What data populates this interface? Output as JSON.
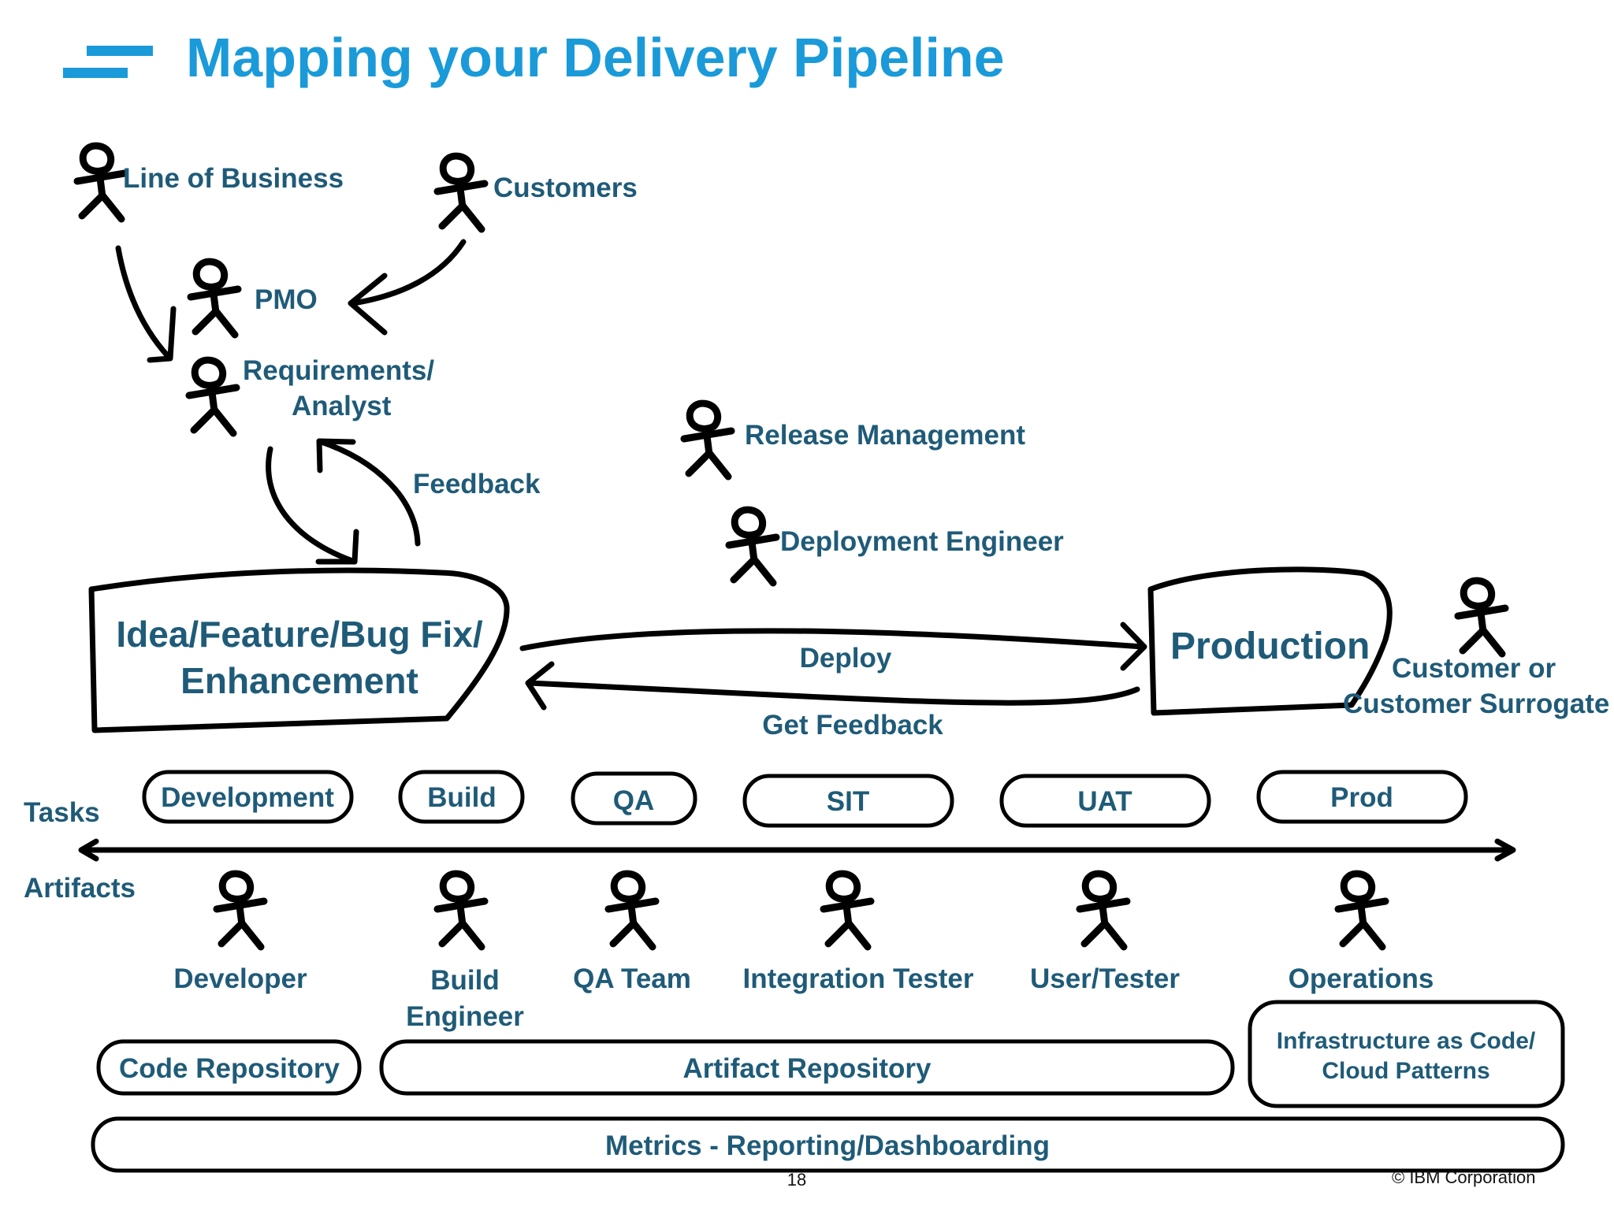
{
  "title": "Mapping your Delivery Pipeline",
  "actors": {
    "line_of_business": "Line of Business",
    "customers": "Customers",
    "pmo": "PMO",
    "requirements_line1": "Requirements/",
    "requirements_line2": "Analyst",
    "release_management": "Release Management",
    "deployment_engineer": "Deployment Engineer",
    "customer_line1": "Customer or",
    "customer_line2": "Customer Surrogate",
    "developer": "Developer",
    "build_engineer_line1": "Build",
    "build_engineer_line2": "Engineer",
    "qa_team": "QA Team",
    "integration_tester": "Integration Tester",
    "user_tester": "User/Tester",
    "operations": "Operations"
  },
  "flow": {
    "feedback": "Feedback",
    "deploy": "Deploy",
    "get_feedback": "Get Feedback"
  },
  "idea_box": {
    "line1": "Idea/Feature/Bug Fix/",
    "line2": "Enhancement"
  },
  "production_box": "Production",
  "axis": {
    "tasks": "Tasks",
    "artifacts": "Artifacts"
  },
  "tasks": [
    "Development",
    "Build",
    "QA",
    "SIT",
    "UAT",
    "Prod"
  ],
  "repos": {
    "code_repository": "Code Repository",
    "artifact_repository": "Artifact Repository",
    "infra_line1": "Infrastructure as Code/",
    "infra_line2": "Cloud Patterns",
    "metrics": "Metrics - Reporting/Dashboarding"
  },
  "footer": {
    "page_number": "18",
    "copyright": "© IBM Corporation"
  },
  "colors": {
    "title": "#1a9ad9",
    "label": "#1f5b78",
    "logo": "#1a9ad9"
  }
}
